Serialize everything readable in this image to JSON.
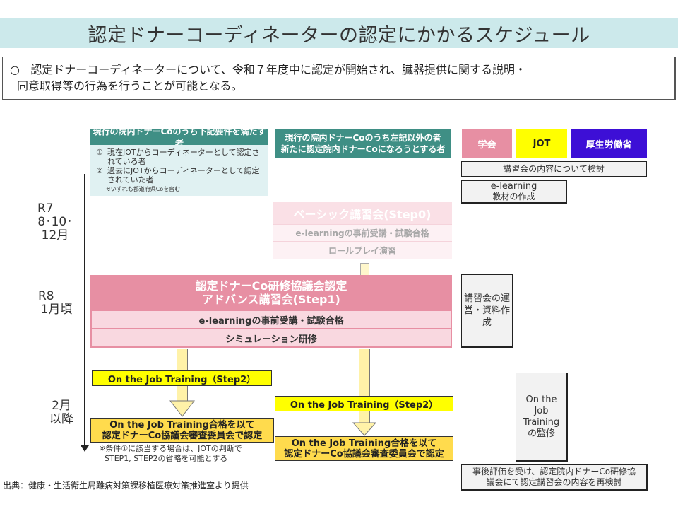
{
  "header": {
    "title": "認定ドナーコーディネーターの認定にかかるスケジュール"
  },
  "intro": {
    "bullet": "○",
    "line1": "認定ドナーコーディネーターについて、令和７年度中に認定が開始され、臓器提供に関する説明・",
    "line2": "同意取得等の行為を行うことが可能となる。"
  },
  "timeline": {
    "labels": [
      {
        "line1": "R7",
        "line2": "8･10･",
        "line3": "12月"
      },
      {
        "line1": "R8",
        "line2": "1月頃"
      },
      {
        "line1": "2月",
        "line2": "以降"
      }
    ]
  },
  "column_left": {
    "header": "現行の院内ドナーCoのうち下記要件を満たす者",
    "items": [
      {
        "num": "①",
        "text": "現在JOTからコーディネーターとして認定されている者"
      },
      {
        "num": "②",
        "text": "過去にJOTからコーディネーターとして認定されていた者"
      }
    ],
    "note": "※いずれも都道府県Coを含む"
  },
  "column_middle": {
    "header_line1": "現行の院内ドナーCoのうち左記以外の者",
    "header_line2": "新たに認定院内ドナーCoになろうとする者"
  },
  "step0": {
    "title": "ベーシック講習会(Step0)",
    "rows": [
      "e-learningの事前受講・試験合格",
      "ロールプレイ演習"
    ]
  },
  "step1": {
    "title_line1": "認定ドナーCo研修協議会認定",
    "title_line2": "アドバンス講習会(Step1)",
    "rows": [
      "e-learningの事前受講・試験合格",
      "シミュレーション研修"
    ]
  },
  "step2": {
    "left_label": "On the Job Training（Step2）",
    "middle_label": "On the Job Training（Step2）"
  },
  "certification": {
    "left_line1": "On the Job Training合格を以て",
    "left_line2": "認定ドナーCo協議会審査委員会で認定",
    "middle_line1": "On the Job Training合格を以て",
    "middle_line2": "認定ドナーCo協議会審査委員会で認定"
  },
  "note": {
    "line1": "※条件①に該当する場合は、JOTの判断で",
    "line2": "STEP1, STEP2の省略を可能とする"
  },
  "legend": {
    "items": [
      {
        "label": "学会",
        "color": "#e78fa3",
        "text_color": "#ffffff"
      },
      {
        "label": "JOT",
        "color": "#ffff00",
        "text_color": "#222222"
      },
      {
        "label": "厚生労働省",
        "color": "#3d0fd6",
        "text_color": "#ffffff"
      }
    ]
  },
  "right_column": {
    "review": "講習会の内容について検討",
    "elearning_line1": "e-learning",
    "elearning_line2": "教材の作成",
    "operation_line1": "講習会の運",
    "operation_line2": "営・資料作",
    "operation_line3": "成",
    "ojt_line1": "On the",
    "ojt_line2": "Job",
    "ojt_line3": "Training",
    "ojt_line4": "の監修",
    "final_line1": "事後評価を受け、認定院内ドナーCo研修協",
    "final_line2": "議会にて認定講習会の内容を再検討"
  },
  "source": "出典：健康・生活衛生局難病対策課移植医療対策推進室より提供"
}
